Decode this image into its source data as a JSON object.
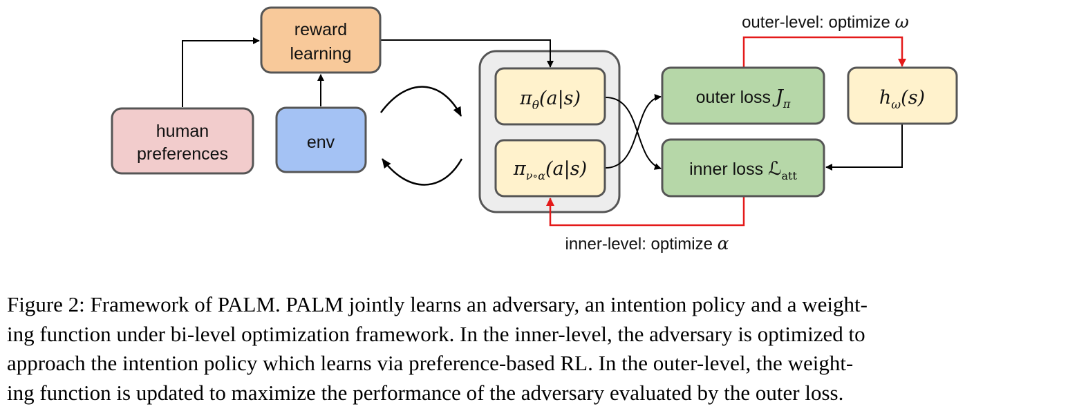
{
  "colors": {
    "reward": "#f8c99a",
    "human": "#f2cccc",
    "env": "#a4c2f4",
    "policy": "#fff2cc",
    "loss": "#b6d7a8",
    "container": "#ededed",
    "red_arrow": "#e41a1a",
    "border": "#555555"
  },
  "nodes": {
    "reward_learning": {
      "line1": "reward",
      "line2": "learning"
    },
    "human_preferences": {
      "line1": "human",
      "line2": "preferences"
    },
    "env": {
      "label": "env"
    },
    "pi_theta": {
      "label": "π",
      "sub": "θ",
      "arg": "(a|s)"
    },
    "pi_nu_alpha": {
      "label": "π",
      "sub": "ν∘α",
      "arg": "(a|s)"
    },
    "outer_loss": {
      "text": "outer loss ",
      "sym": "J",
      "sub": "π"
    },
    "inner_loss": {
      "text": "inner loss ",
      "sym": "ℒ",
      "sub": "att"
    },
    "h_omega": {
      "label": "h",
      "sub": "ω",
      "arg": "(s)"
    }
  },
  "annotations": {
    "outer_level": {
      "text": "outer-level: optimize ",
      "sym": "ω"
    },
    "inner_level": {
      "text": "inner-level: optimize ",
      "sym": "α"
    }
  },
  "caption": {
    "lines": [
      "Figure 2: Framework of PALM. PALM jointly learns an adversary, an intention policy and a weight-",
      "ing function under bi-level optimization framework. In the inner-level, the adversary is optimized to",
      "approach the intention policy which learns via preference-based RL. In the outer-level, the weight-",
      "ing function is updated to maximize the performance of the adversary evaluated by the outer loss."
    ]
  }
}
